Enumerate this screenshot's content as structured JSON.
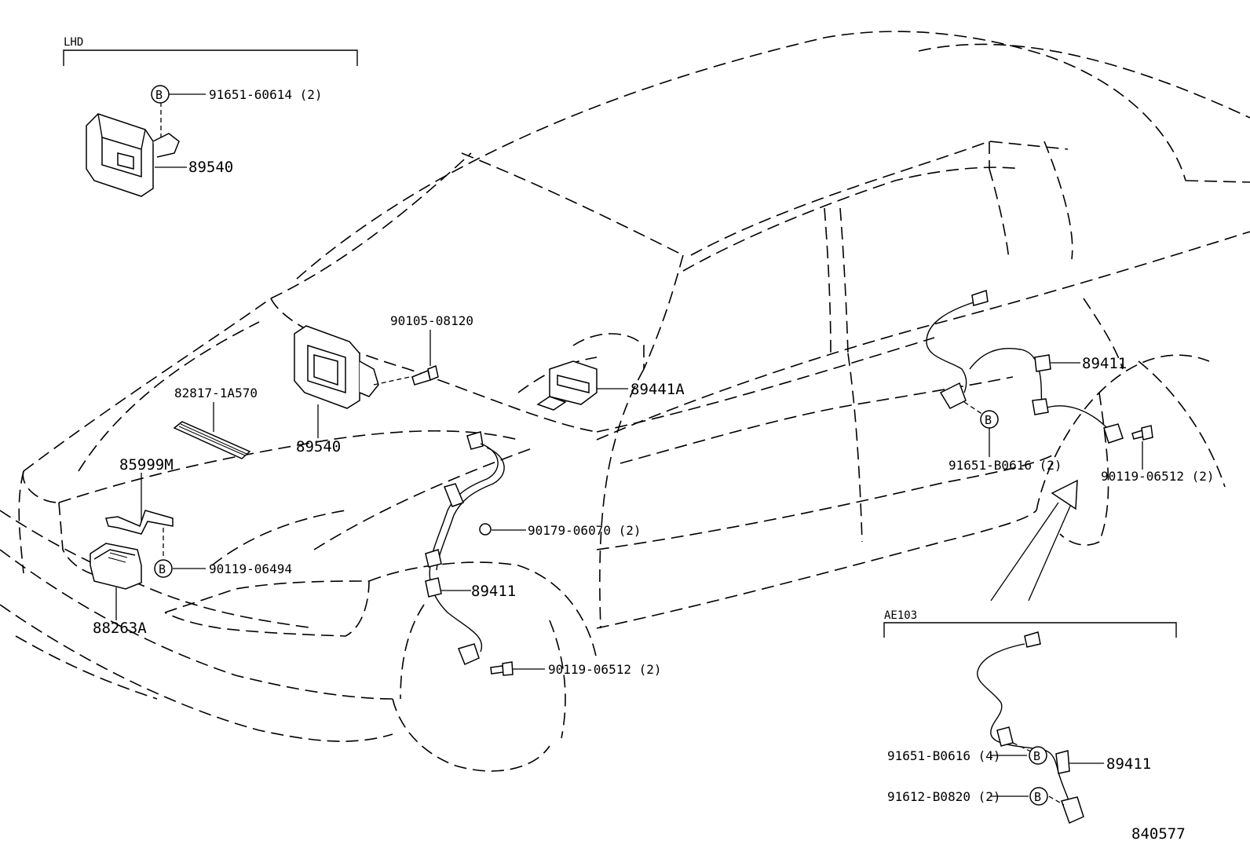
{
  "sections": {
    "lhd": "LHD",
    "ae103": "AE103"
  },
  "bubble_letter": "B",
  "labels": {
    "p91651_60614": "91651-60614 (2)",
    "p89540_lhd": "89540",
    "p90105_08120": "90105-08120",
    "p82817_1a570": "82817-1A570",
    "p89540_main": "89540",
    "p89441a": "89441A",
    "p85999m": "85999M",
    "p90119_06494": "90119-06494",
    "p88263a": "88263A",
    "p90179_06070": "90179-06070 (2)",
    "p89411_front": "89411",
    "p90119_06512_front": "90119-06512 (2)",
    "p89411_rear": "89411",
    "p91651_b0616_rear": "91651-B0616 (2)",
    "p90119_06512_rear": "90119-06512 (2)",
    "p91651_b0616_ae": "91651-B0616 (4)",
    "p89411_ae": "89411",
    "p91612_b0820": "91612-B0820 (2)"
  },
  "diagram_id": "840577"
}
